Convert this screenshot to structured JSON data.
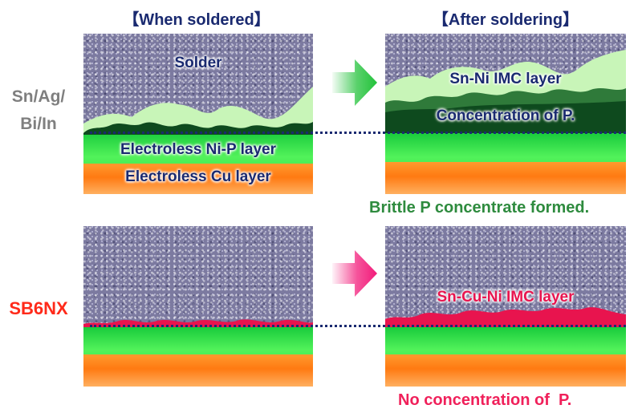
{
  "headers": {
    "left": "【When soldered】",
    "right": "【After soldering】"
  },
  "rows": [
    {
      "label": "Sn/Ag/\nBi/In",
      "label_color": "#7f7f7f",
      "before_labels": {
        "solder": "Solder",
        "nip": "Electroless Ni-P layer",
        "cu": "Electroless Cu layer"
      },
      "after_labels": {
        "imc": "Sn-Ni IMC layer",
        "conc": "Concentration of P."
      },
      "note": "Brittle P concentrate formed.",
      "note_color": "#2e8b3e",
      "arrow_color": "#22c23a"
    },
    {
      "label": "SB6NX",
      "label_color": "#ff2a1a",
      "after_labels": {
        "imc": "Sn-Cu-Ni IMC layer"
      },
      "note": "No concentration of  P.",
      "note_color": "#f0205a",
      "arrow_color": "#f21b7a"
    }
  ],
  "colors": {
    "dark_blue": "#1a2a70",
    "ni_p_green": "#2ed848",
    "cu_orange": "#ff8c1e",
    "imc_light_green": "#c8f5b8",
    "imc_dark_green": "#0e4a1e",
    "imc_red": "#e8144e"
  }
}
